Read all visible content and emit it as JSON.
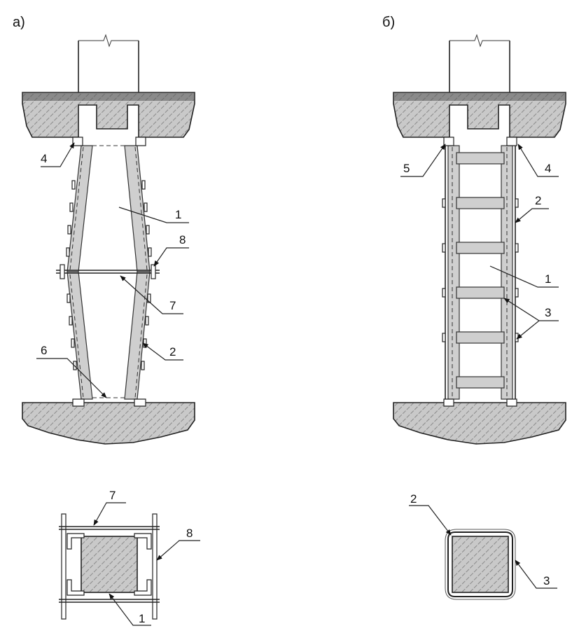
{
  "panels": {
    "a": {
      "label": "а)",
      "callouts": {
        "c1": "1",
        "c2": "2",
        "c4": "4",
        "c6": "6",
        "c7": "7",
        "c8": "8",
        "s7": "7",
        "s8": "8",
        "s1": "1"
      }
    },
    "b": {
      "label": "б)",
      "callouts": {
        "c1": "1",
        "c2": "2",
        "c3": "3",
        "c4": "4",
        "c5": "5",
        "s2": "2",
        "s3": "3"
      }
    }
  }
}
